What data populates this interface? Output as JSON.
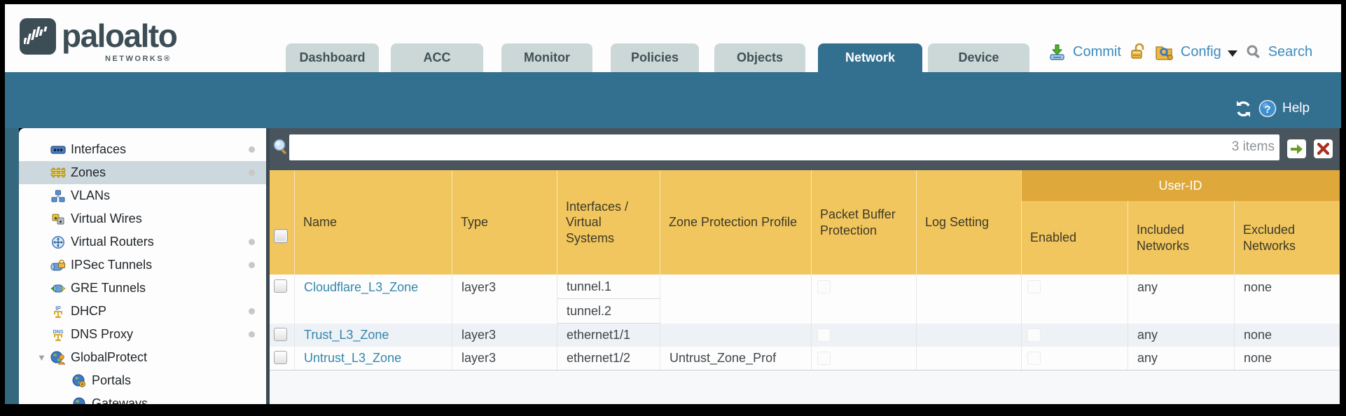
{
  "brand": {
    "name": "paloalto",
    "sub": "NETWORKS®"
  },
  "header": {
    "tabs": [
      {
        "label": "Dashboard",
        "active": false
      },
      {
        "label": "ACC",
        "active": false
      },
      {
        "label": "Monitor",
        "active": false
      },
      {
        "label": "Policies",
        "active": false
      },
      {
        "label": "Objects",
        "active": false
      },
      {
        "label": "Network",
        "active": true
      },
      {
        "label": "Device",
        "active": false
      }
    ],
    "actions": {
      "commit": "Commit",
      "config": "Config",
      "search": "Search"
    }
  },
  "toolbar": {
    "help": "Help"
  },
  "filter": {
    "value": "",
    "count": "3 items"
  },
  "sidebar": {
    "items": [
      {
        "label": "Interfaces",
        "icon": "interfaces-icon",
        "notification_dot": true,
        "selected": false
      },
      {
        "label": "Zones",
        "icon": "zones-icon",
        "notification_dot": true,
        "selected": true
      },
      {
        "label": "VLANs",
        "icon": "vlans-icon",
        "notification_dot": false,
        "selected": false
      },
      {
        "label": "Virtual Wires",
        "icon": "virtual-wires-icon",
        "notification_dot": false,
        "selected": false
      },
      {
        "label": "Virtual Routers",
        "icon": "virtual-routers-icon",
        "notification_dot": true,
        "selected": false
      },
      {
        "label": "IPSec Tunnels",
        "icon": "ipsec-tunnels-icon",
        "notification_dot": true,
        "selected": false
      },
      {
        "label": "GRE Tunnels",
        "icon": "gre-tunnels-icon",
        "notification_dot": false,
        "selected": false
      },
      {
        "label": "DHCP",
        "icon": "dhcp-icon",
        "notification_dot": true,
        "selected": false
      },
      {
        "label": "DNS Proxy",
        "icon": "dns-proxy-icon",
        "notification_dot": true,
        "selected": false
      },
      {
        "label": "GlobalProtect",
        "icon": "globalprotect-icon",
        "expanded": true,
        "selected": false
      },
      {
        "label": "Portals",
        "icon": "portals-icon",
        "indent": 1,
        "selected": false
      },
      {
        "label": "Gateways",
        "icon": "gateways-icon",
        "indent": 1,
        "selected": false
      }
    ]
  },
  "table": {
    "columns": [
      "Name",
      "Type",
      "Interfaces / Virtual Systems",
      "Zone Protection Profile",
      "Packet Buffer Protection",
      "Log Setting"
    ],
    "user_id": {
      "group_label": "User-ID",
      "columns": [
        "Enabled",
        "Included Networks",
        "Excluded Networks"
      ]
    },
    "rows": [
      {
        "name": "Cloudflare_L3_Zone",
        "type": "layer3",
        "interfaces": [
          "tunnel.1",
          "tunnel.2"
        ],
        "zone_protection_profile": "",
        "packet_buffer_protection": false,
        "log_setting": "",
        "user_id_enabled": false,
        "included_networks": "any",
        "excluded_networks": "none"
      },
      {
        "name": "Trust_L3_Zone",
        "type": "layer3",
        "interfaces": [
          "ethernet1/1"
        ],
        "zone_protection_profile": "",
        "packet_buffer_protection": false,
        "log_setting": "",
        "user_id_enabled": false,
        "included_networks": "any",
        "excluded_networks": "none"
      },
      {
        "name": "Untrust_L3_Zone",
        "type": "layer3",
        "interfaces": [
          "ethernet1/2"
        ],
        "zone_protection_profile": "Untrust_Zone_Prof",
        "packet_buffer_protection": false,
        "log_setting": "",
        "user_id_enabled": false,
        "included_networks": "any",
        "excluded_networks": "none"
      }
    ]
  },
  "colors": {
    "teal": "#336f8f",
    "header_orange": "#f1c65f",
    "user_id_band": "#dfa83a",
    "link_blue": "#3287ad",
    "dark_strip": "#49545c"
  }
}
